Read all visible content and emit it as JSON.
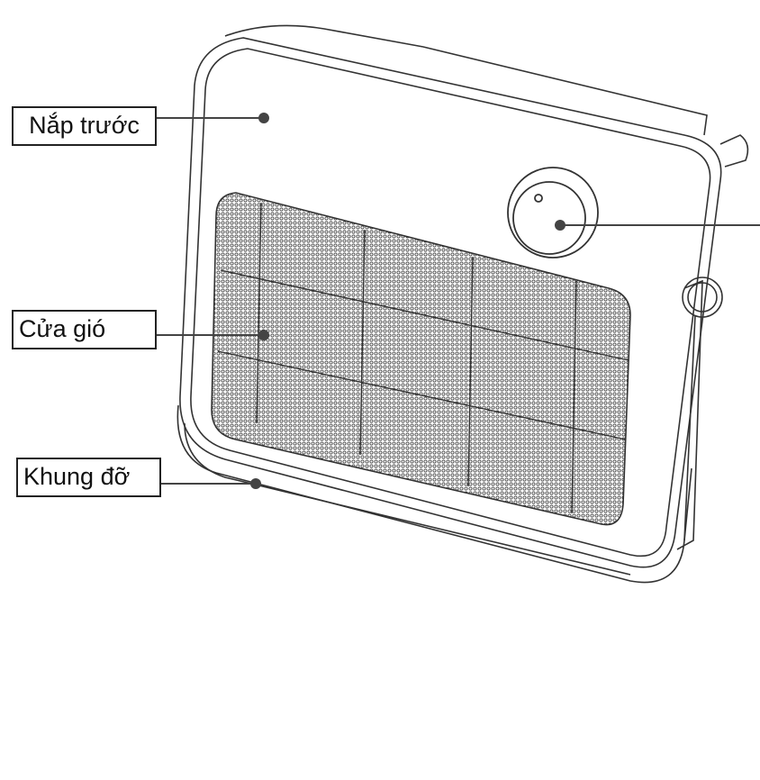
{
  "labels": {
    "front_cover": "Nắp trước",
    "air_vent": "Cửa gió",
    "support_frame": "Khung đỡ"
  },
  "colors": {
    "line": "#333333",
    "grille": "#555555"
  }
}
